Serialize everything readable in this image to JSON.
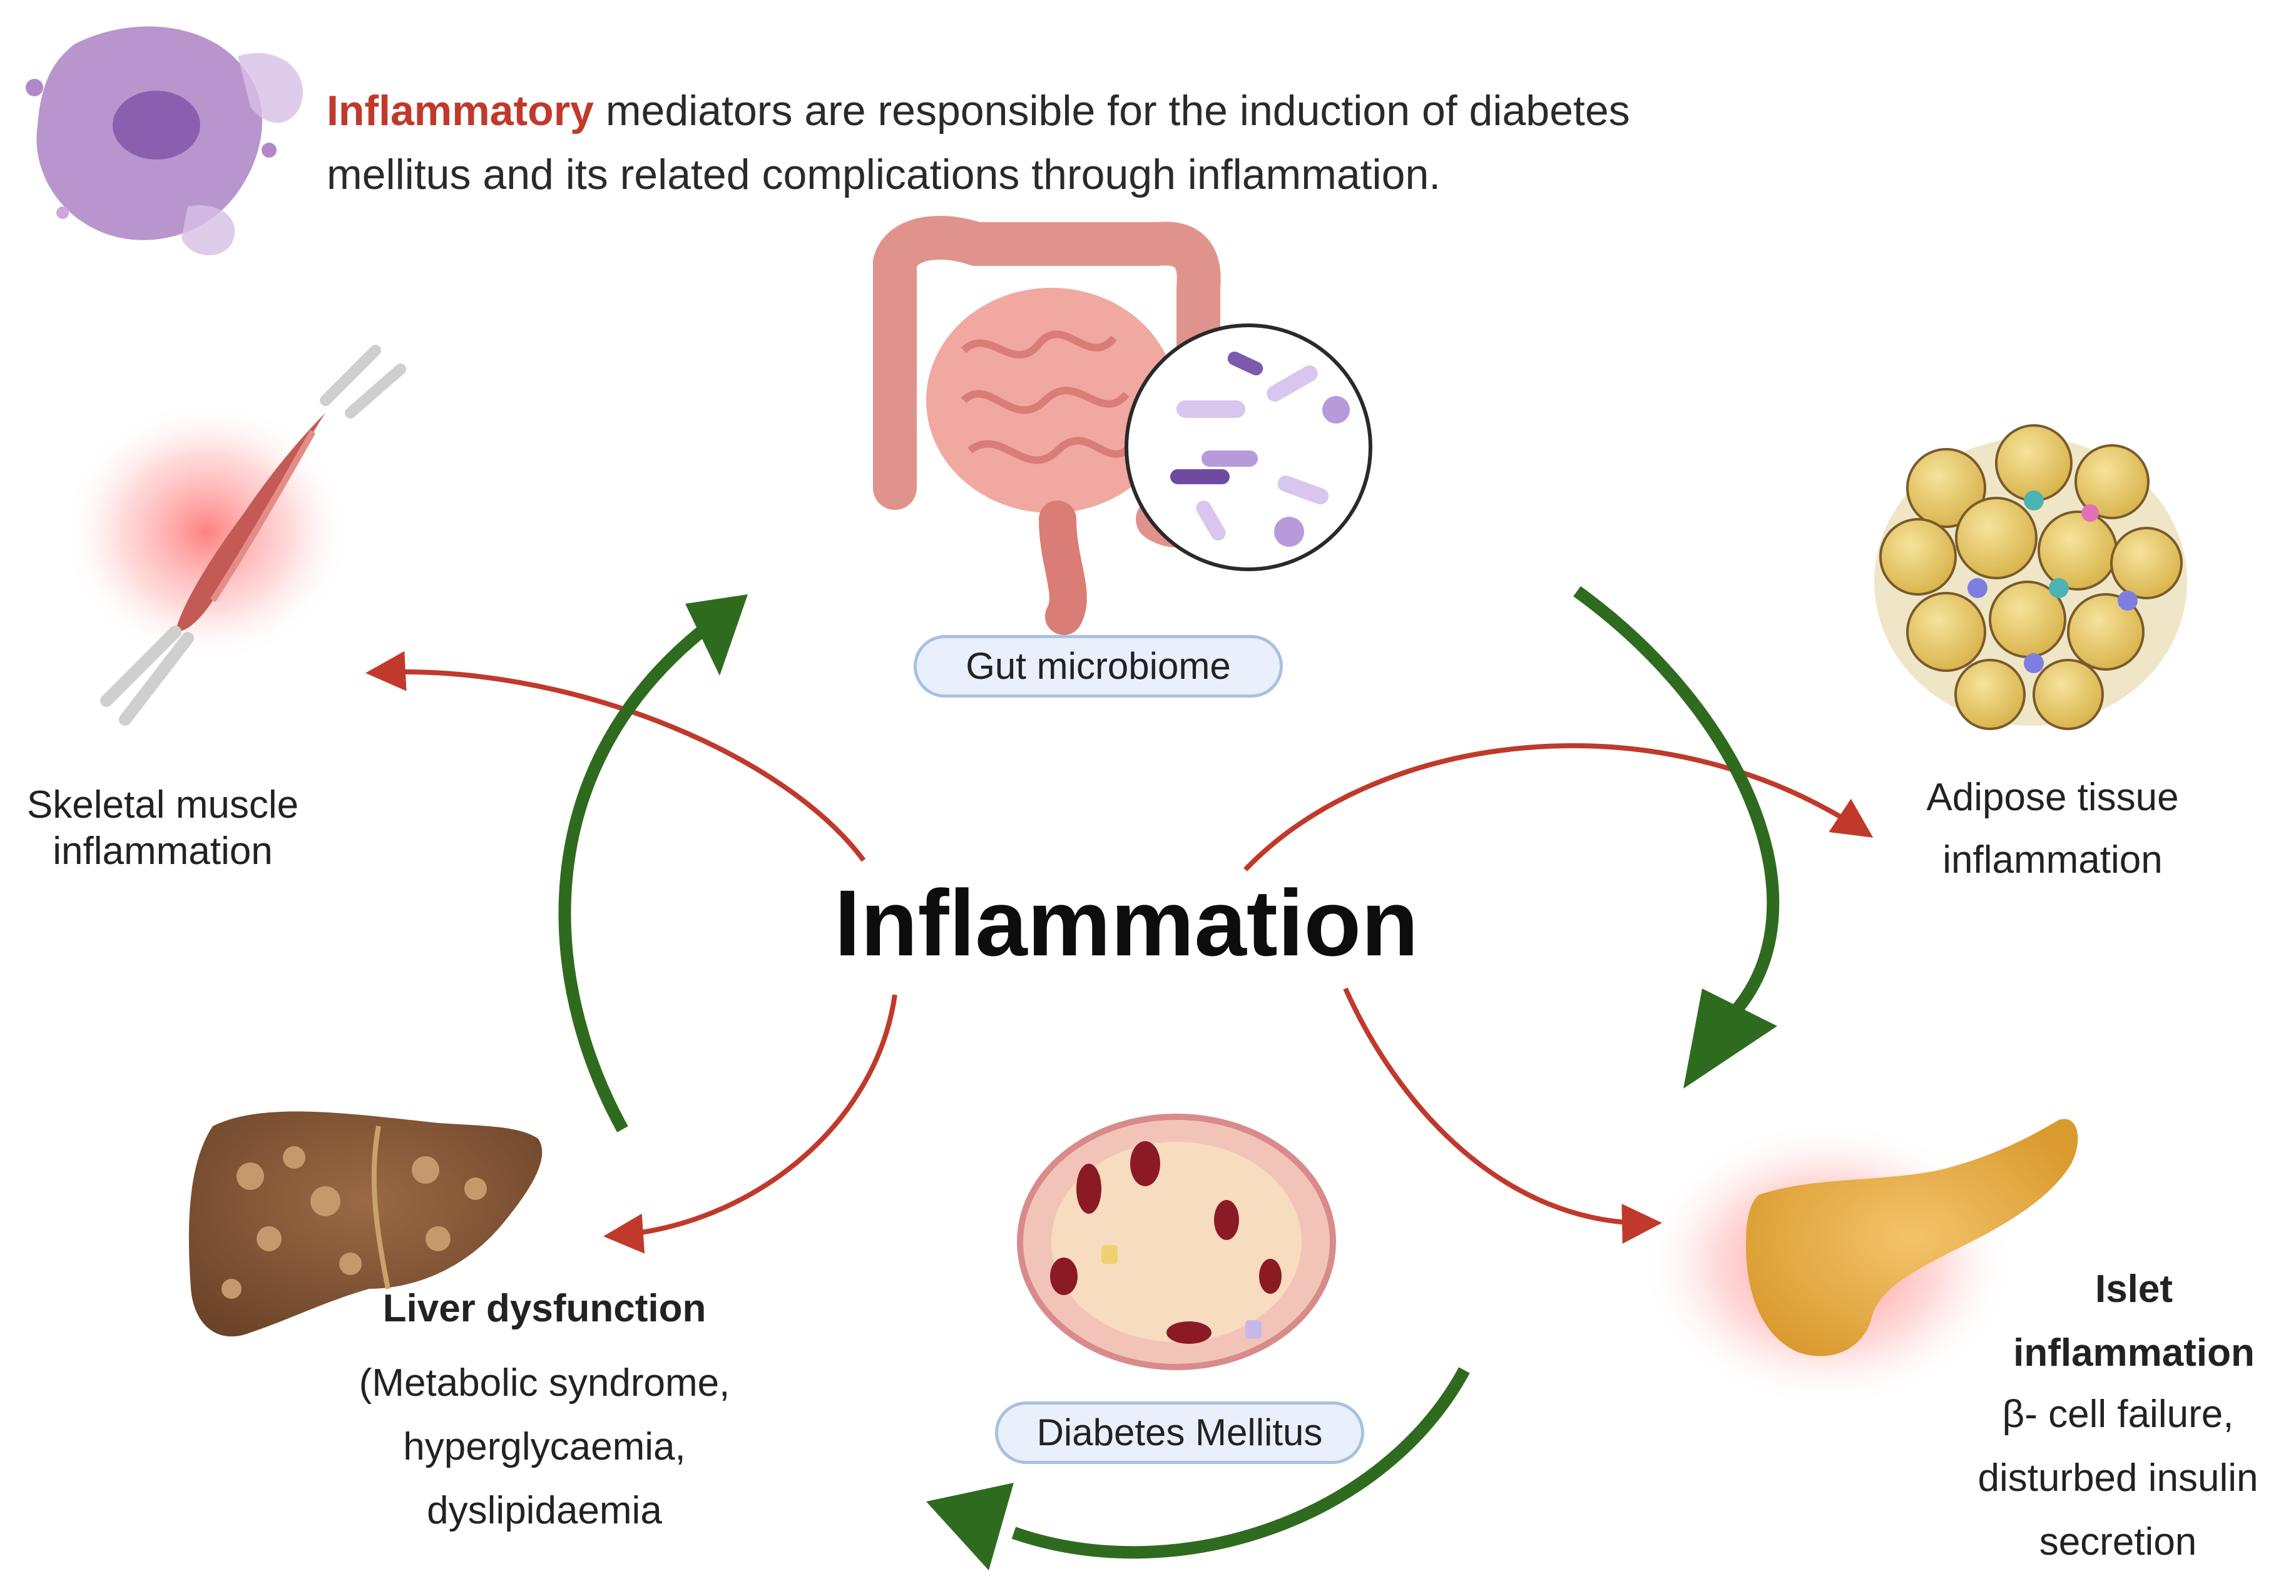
{
  "intro": {
    "highlight": "Inflammatory",
    "rest": " mediators are responsible for the induction of diabetes mellitus and its related complications through inflammation."
  },
  "center_title": "Inflammation",
  "nodes": {
    "gut": {
      "label": "Gut microbiome"
    },
    "adipose": {
      "label": "Adipose tissue\ninflammation"
    },
    "islet": {
      "title": "Islet\ninflammation",
      "detail": "β- cell failure,\ndisturbed insulin\nsecretion"
    },
    "diabetes": {
      "label": "Diabetes Mellitus"
    },
    "liver": {
      "title": "Liver dysfunction",
      "detail": "(Metabolic syndrome,\nhyperglycaemia,\ndyslipidaemia"
    },
    "muscle": {
      "label": "Skeletal muscle\ninflammation"
    }
  },
  "colors": {
    "highlight": "#c0392b",
    "red_arrow": "#c0392b",
    "green_arrow": "#2f6b1f",
    "pill_border": "#a9c0e0",
    "pill_fill": "#e9f0fb"
  },
  "icons": [
    "immune-cell-icon",
    "intestine-icon",
    "bacteria-icon",
    "adipose-cells-icon",
    "pancreas-icon",
    "islet-icon",
    "liver-icon",
    "muscle-icon"
  ]
}
